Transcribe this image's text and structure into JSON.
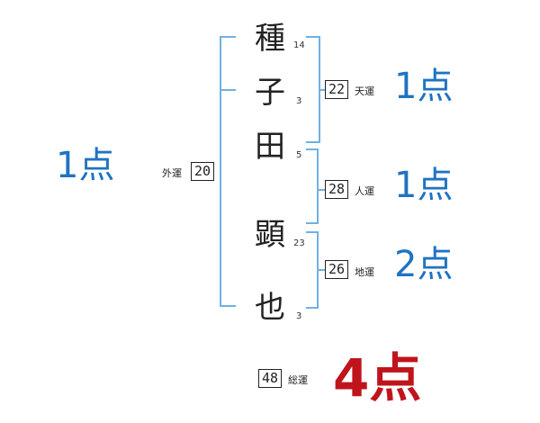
{
  "name_chars": [
    {
      "char": "種",
      "strokes": "14"
    },
    {
      "char": "子",
      "strokes": "3"
    },
    {
      "char": "田",
      "strokes": "5"
    },
    {
      "char": "顕",
      "strokes": "23"
    },
    {
      "char": "也",
      "strokes": "3"
    }
  ],
  "gaikaku": {
    "label": "外運",
    "value": "20",
    "score": "1点"
  },
  "tenkaku": {
    "label": "天運",
    "value": "22",
    "score": "1点"
  },
  "jinkaku": {
    "label": "人運",
    "value": "28",
    "score": "1点"
  },
  "chikaku": {
    "label": "地運",
    "value": "26",
    "score": "2点"
  },
  "soukaku": {
    "label": "総運",
    "value": "48",
    "score": "4点"
  },
  "colors": {
    "score_blue": "#1f73c2",
    "total_red": "#c0141c",
    "bracket": "#6fb1e3"
  }
}
